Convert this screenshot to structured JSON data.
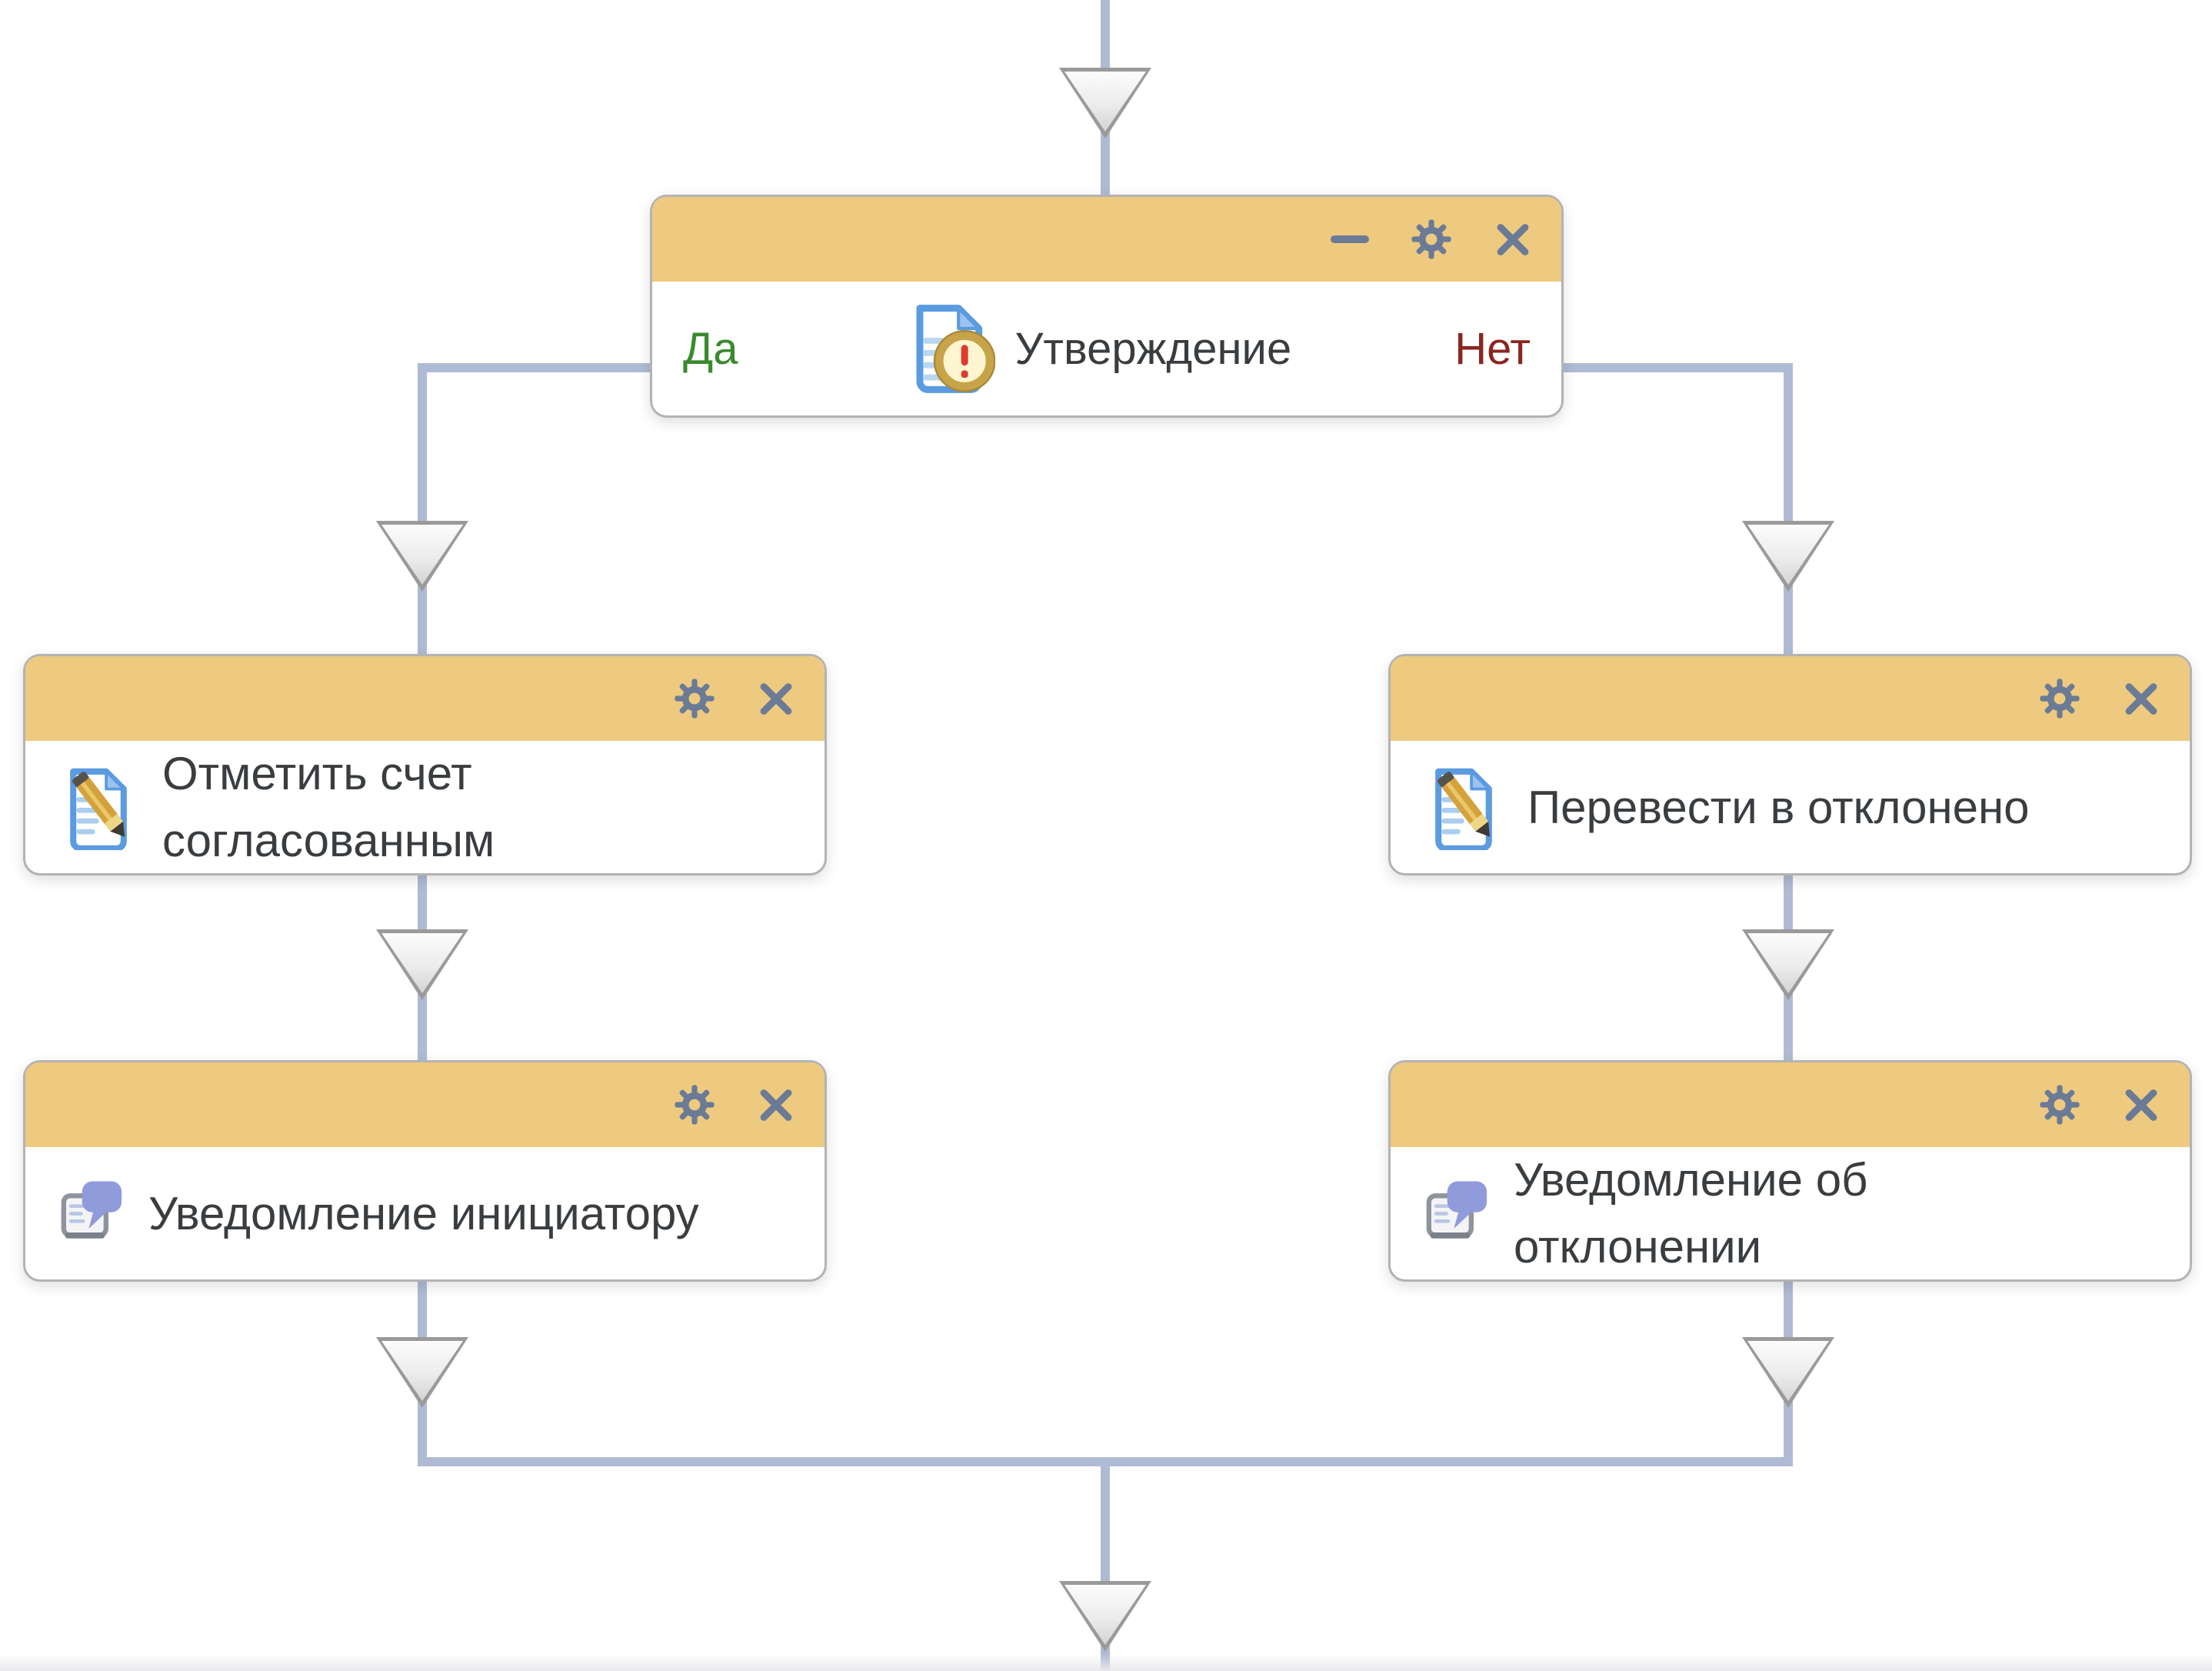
{
  "app": {
    "type": "workflow-process-diagram"
  },
  "colors": {
    "node_header": "#eeca80",
    "node_border": "#b3b3b3",
    "connector": "#afbbd4",
    "yes_text": "#3a8a2e",
    "no_text": "#8b2520",
    "label_text": "#3a3d40",
    "control_icon": "#6b7b96"
  },
  "approval_node": {
    "title": "Утверждение",
    "yes_label": "Да",
    "no_label": "Нет",
    "icon": "document-alert-icon",
    "controls": [
      "minimize",
      "settings",
      "close"
    ]
  },
  "yes_branch": [
    {
      "label": "Отметить счет согласованным",
      "icon": "document-edit-icon",
      "controls": [
        "settings",
        "close"
      ]
    },
    {
      "label": "Уведомление инициатору",
      "icon": "chat-notification-icon",
      "controls": [
        "settings",
        "close"
      ]
    }
  ],
  "no_branch": [
    {
      "label": "Перевести в отклонено",
      "icon": "document-edit-icon",
      "controls": [
        "settings",
        "close"
      ]
    },
    {
      "label": "Уведомление об отклонении",
      "icon": "chat-notification-icon",
      "controls": [
        "settings",
        "close"
      ]
    }
  ]
}
